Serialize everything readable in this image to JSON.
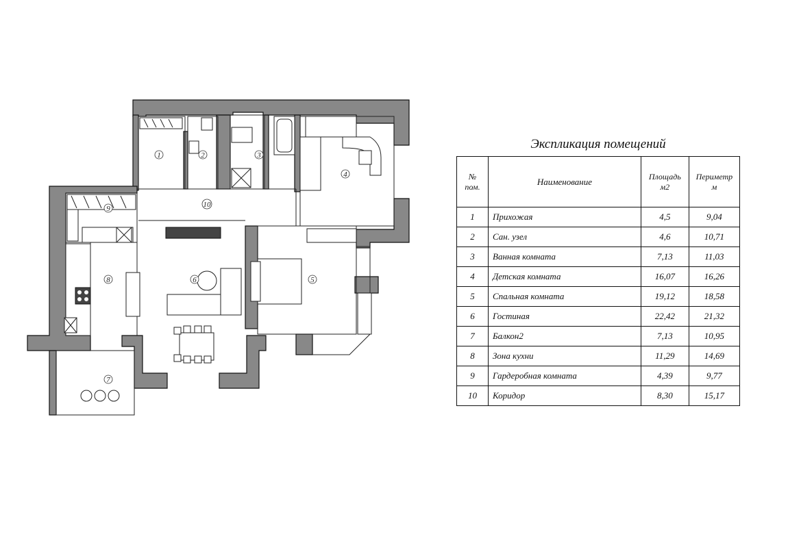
{
  "plan_room_labels": [
    "1",
    "2",
    "3",
    "4",
    "5",
    "6",
    "7",
    "8",
    "9",
    "10"
  ],
  "legend": {
    "title": "Экспликация помещений",
    "headers": {
      "num_line1": "№",
      "num_line2": "пом.",
      "name": "Наименование",
      "area_line1": "Площадь",
      "area_line2": "м2",
      "perimeter_line1": "Периметр",
      "perimeter_line2": "м"
    },
    "rows": [
      {
        "num": "1",
        "name": "Прихожая",
        "area": "4,5",
        "perimeter": "9,04"
      },
      {
        "num": "2",
        "name": "Сан. узел",
        "area": "4,6",
        "perimeter": "10,71"
      },
      {
        "num": "3",
        "name": "Ванная комната",
        "area": "7,13",
        "perimeter": "11,03"
      },
      {
        "num": "4",
        "name": "Детская комната",
        "area": "16,07",
        "perimeter": "16,26"
      },
      {
        "num": "5",
        "name": "Спальная комната",
        "area": "19,12",
        "perimeter": "18,58"
      },
      {
        "num": "6",
        "name": "Гостиная",
        "area": "22,42",
        "perimeter": "21,32"
      },
      {
        "num": "7",
        "name": "Балкон2",
        "area": "7,13",
        "perimeter": "10,95"
      },
      {
        "num": "8",
        "name": "Зона кухни",
        "area": "11,29",
        "perimeter": "14,69"
      },
      {
        "num": "9",
        "name": "Гардеробная комната",
        "area": "4,39",
        "perimeter": "9,77"
      },
      {
        "num": "10",
        "name": "Коридор",
        "area": "8,30",
        "perimeter": "15,17"
      }
    ]
  }
}
